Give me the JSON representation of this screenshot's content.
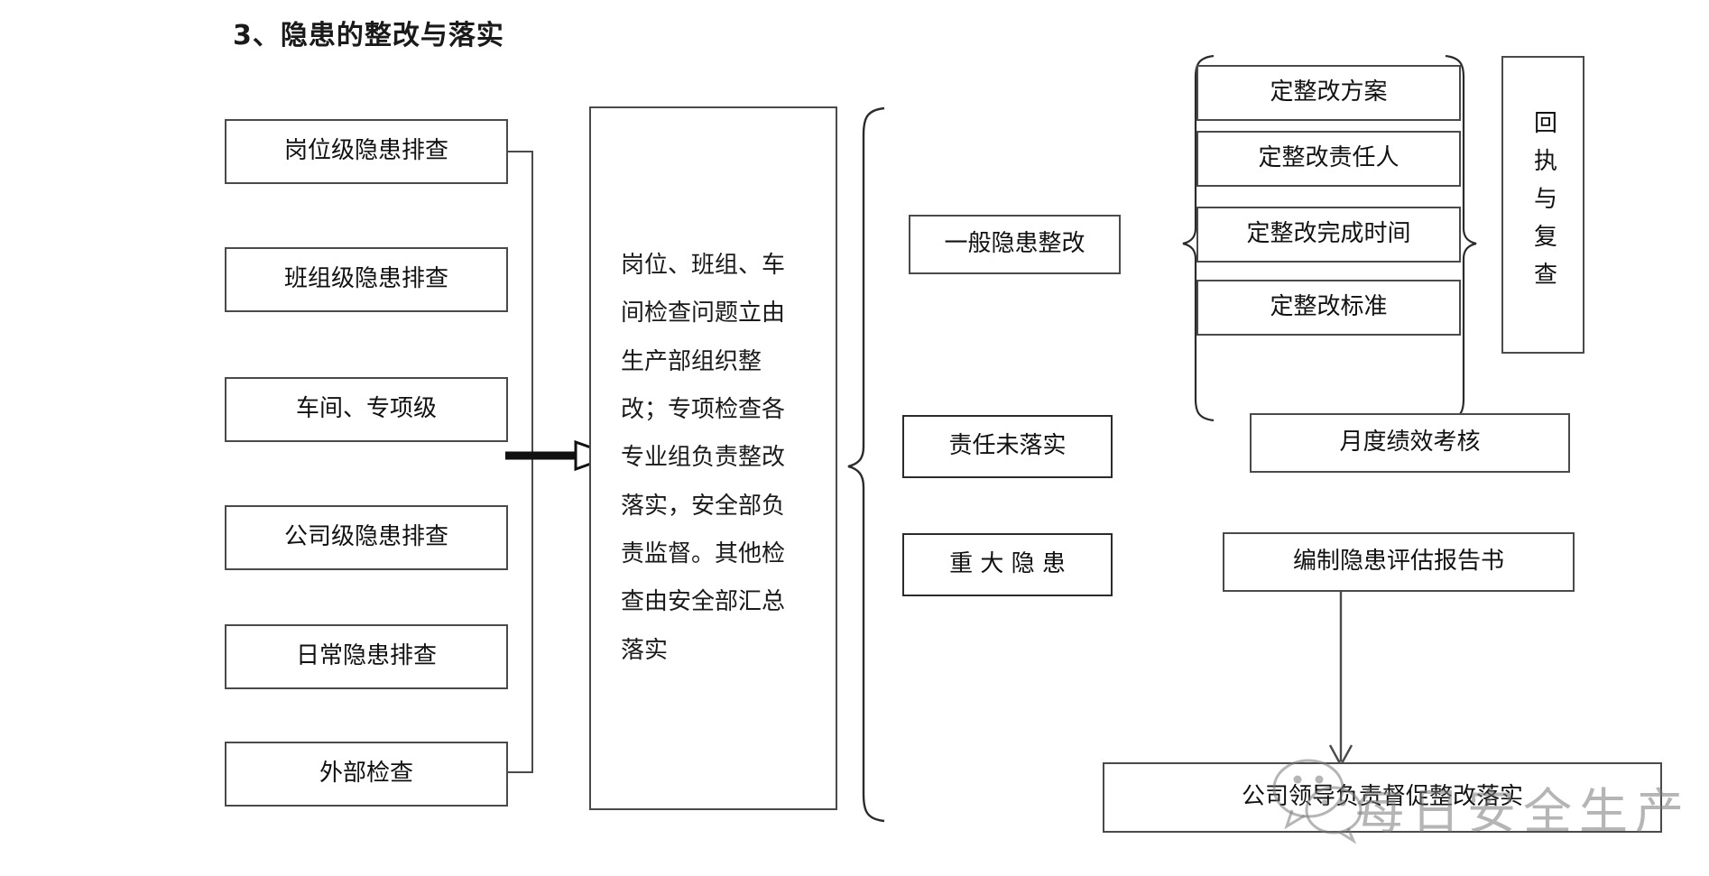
{
  "page": {
    "title": "3、隐患的整改与落实"
  },
  "inspection_levels": [
    {
      "label": "岗位级隐患排查"
    },
    {
      "label": "班组级隐患排查"
    },
    {
      "label": "车间、专项级"
    },
    {
      "label": "公司级隐患排查"
    },
    {
      "label": "日常隐患排查"
    },
    {
      "label": "外部检查"
    }
  ],
  "process": {
    "description": "岗位、班组、车间检查问题立由生产部组织整改；专项检查各专业组负责整改落实，安全部负责监督。其他检查由安全部汇总落实"
  },
  "branches": {
    "general": {
      "label": "一般隐患整改",
      "items": [
        {
          "label": "定整改方案"
        },
        {
          "label": "定整改责任人"
        },
        {
          "label": "定整改完成时间"
        },
        {
          "label": "定整改标准"
        }
      ],
      "result": "回执与复查"
    },
    "unfulfilled": {
      "label": "责任未落实",
      "target": "月度绩效考核"
    },
    "major": {
      "label": "重 大 隐 患",
      "target": "编制隐患评估报告书",
      "followup": "公司领导负责督促整改落实"
    }
  },
  "watermark": {
    "text": "每日安全生产",
    "icon": "wechat-icon"
  },
  "colors": {
    "line": "#4a4a4a",
    "arrow": "#111111",
    "text": "#111111",
    "background": "#ffffff"
  }
}
